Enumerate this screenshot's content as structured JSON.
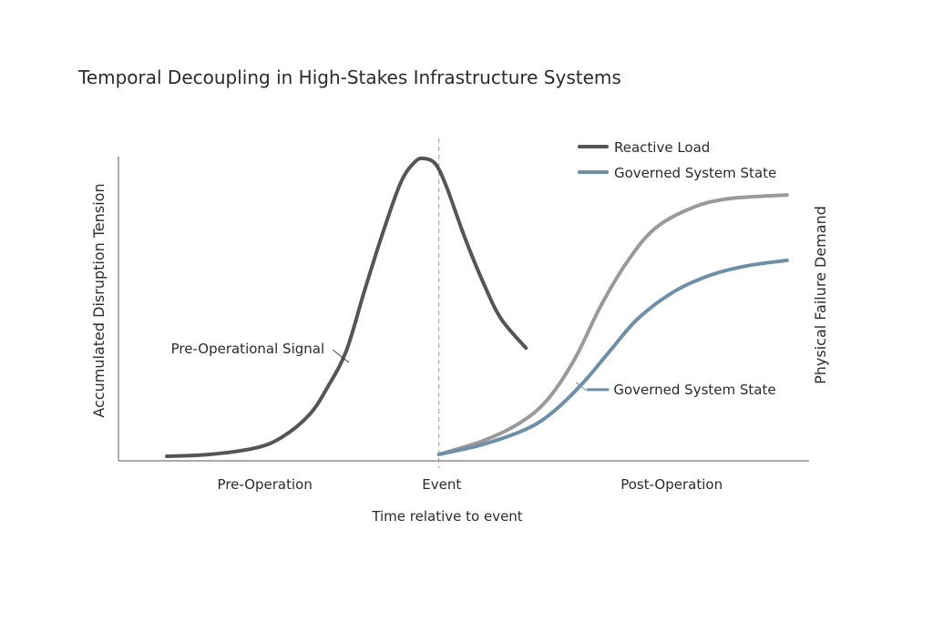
{
  "chart_data": {
    "type": "line",
    "title": "Temporal Decoupling in High-Stakes Infrastructure Systems",
    "xlabel": "Time relative to event",
    "ylabel": "Accumulated Disruption Tension",
    "ylabel_right": "Physical Failure Demand",
    "xlim": [
      0,
      100
    ],
    "ylim": [
      0,
      100
    ],
    "grid": false,
    "event_x": 46.4,
    "x_tick_labels": [
      {
        "label": "Pre-Operation",
        "x": 21.2
      },
      {
        "label": "Event",
        "x": 46.8
      },
      {
        "label": "Post-Operation",
        "x": 80.1
      }
    ],
    "legend": {
      "placement": "top-right",
      "entries": [
        {
          "label": "Reactive Load",
          "color": "#555558"
        },
        {
          "label": "Governed System State",
          "color": "#6e8fa8"
        }
      ]
    },
    "series": [
      {
        "name": "Reactive Load",
        "color": "#555558",
        "x": [
          7.0,
          13.2,
          19.8,
          23.7,
          27.7,
          30.3,
          33.0,
          35.6,
          38.3,
          40.9,
          42.9,
          44.2,
          45.9,
          47.5,
          50.1,
          52.8,
          55.4,
          59.0
        ],
        "y": [
          1.5,
          2.1,
          4.2,
          7.8,
          15.3,
          24.3,
          36.2,
          55.7,
          75.1,
          91.6,
          98.2,
          99.4,
          97.6,
          90.1,
          73.7,
          58.7,
          46.7,
          37.1
        ]
      },
      {
        "name": "Physical Failure Demand",
        "color": "#9a9a9c",
        "x": [
          46.4,
          52.8,
          58.0,
          62.0,
          66.0,
          69.9,
          73.9,
          77.8,
          83.1,
          88.4,
          96.8
        ],
        "y": [
          2.1,
          6.6,
          12.3,
          19.8,
          33.2,
          51.2,
          66.2,
          76.6,
          83.2,
          86.2,
          87.4
        ]
      },
      {
        "name": "Governed System State",
        "color": "#6e8fa8",
        "x": [
          46.4,
          52.8,
          59.4,
          63.3,
          67.3,
          71.2,
          75.2,
          80.5,
          85.8,
          91.0,
          96.8
        ],
        "y": [
          2.1,
          5.4,
          10.8,
          16.8,
          25.7,
          36.2,
          46.7,
          55.7,
          61.1,
          64.1,
          65.9
        ]
      }
    ],
    "annotations": [
      {
        "text": "Pre-Operational Signal",
        "series": "Reactive Load",
        "x": 33.0,
        "y": 36.2
      },
      {
        "text": "Governed System State",
        "series": "Governed System State",
        "x": 66.8,
        "y": 23.4
      }
    ]
  }
}
